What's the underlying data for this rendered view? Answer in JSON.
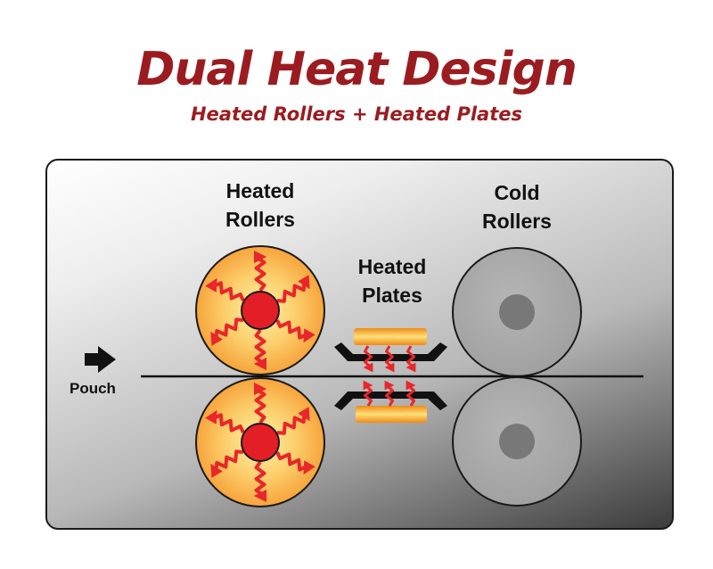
{
  "title": "Dual Heat Design",
  "subtitle": "Heated Rollers + Heated Plates",
  "labels": {
    "heated_rollers": [
      "Heated",
      "Rollers"
    ],
    "heated_plates": [
      "Heated",
      "Plates"
    ],
    "cold_rollers": [
      "Cold",
      "Rollers"
    ],
    "pouch": "Pouch"
  },
  "colors": {
    "title": "#9b1c20",
    "heated_roller_outer": "#f7a43c",
    "heated_roller_inner": "#fdf1a8",
    "roller_core": "#e41e26",
    "heat_arrow": "#e8262b",
    "plate_heater": "#f5a21b",
    "cold_roller": "#a9a9a9",
    "cold_core": "#787878"
  },
  "icons": {
    "pouch_arrow": "right-arrow-icon",
    "heat_arrows": "wavy-arrow-icon"
  }
}
